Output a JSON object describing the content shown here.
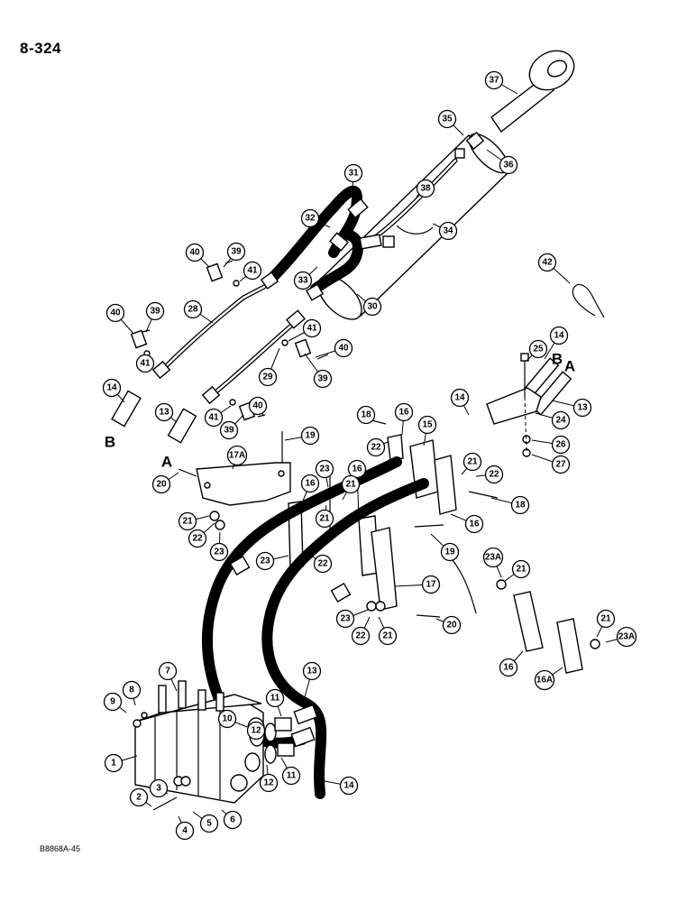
{
  "page_number": "8-324",
  "figure_code": "B8868A-45",
  "reference_letters": [
    "A",
    "B",
    "A",
    "B"
  ],
  "callouts": [
    "1",
    "2",
    "3",
    "4",
    "5",
    "6",
    "7",
    "8",
    "9",
    "10",
    "11",
    "11",
    "12",
    "12",
    "13",
    "13",
    "13",
    "14",
    "14",
    "14",
    "14",
    "15",
    "16",
    "16",
    "16",
    "16",
    "16",
    "16A",
    "17",
    "17A",
    "18",
    "18",
    "19",
    "19",
    "20",
    "20",
    "21",
    "21",
    "21",
    "21",
    "21",
    "21",
    "21",
    "22",
    "22",
    "22",
    "22",
    "22",
    "23",
    "23",
    "23",
    "23",
    "23A",
    "23A",
    "24",
    "25",
    "26",
    "27",
    "28",
    "29",
    "30",
    "31",
    "32",
    "33",
    "34",
    "35",
    "36",
    "37",
    "38",
    "39",
    "39",
    "39",
    "39",
    "40",
    "40",
    "40",
    "40",
    "41",
    "41",
    "41",
    "41",
    "42"
  ]
}
